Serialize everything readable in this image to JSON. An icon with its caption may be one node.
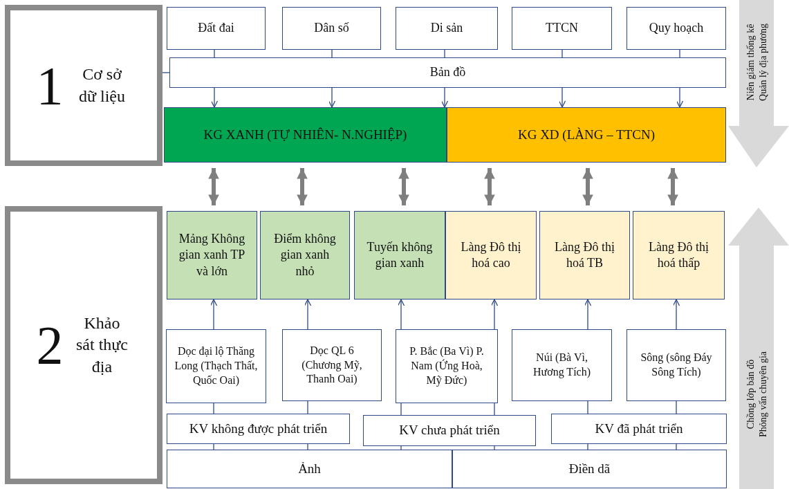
{
  "diagram": {
    "nodes": [
      {
        "text": [
          "1",
          "Cơ sở dữ liệu"
        ]
      },
      {
        "text": [
          "Đất đai"
        ]
      },
      {
        "text": [
          "Dân số"
        ]
      },
      {
        "text": [
          "Di sản"
        ]
      },
      {
        "text": [
          "TTCN"
        ]
      },
      {
        "text": [
          "Quy hoạch"
        ]
      },
      {
        "text": [
          "Bản đồ"
        ]
      },
      {
        "text": [
          "KG XANH (TỰ NHIÊN- N.NGHIỆP)"
        ]
      },
      {
        "text": [
          "KG XD (LÀNG – TTCN)"
        ]
      },
      {
        "text": [
          "Niên giám thống kê",
          "Quản lý địa phương"
        ]
      },
      {
        "text": [
          "2",
          "Khảo sát thực địa"
        ]
      },
      {
        "text": [
          "Mảng Không gian xanh TP và lớn"
        ]
      },
      {
        "text": [
          "Điểm không gian xanh nhỏ"
        ]
      },
      {
        "text": [
          "Tuyến không gian xanh"
        ]
      },
      {
        "text": [
          "Làng Đô thị hoá cao"
        ]
      },
      {
        "text": [
          "Làng Đô thị hoá TB"
        ]
      },
      {
        "text": [
          "Làng Đô thị hoá thấp"
        ]
      },
      {
        "text": [
          "Dọc đại lộ Thăng Long (Thạch Thất, Quốc Oai)"
        ]
      },
      {
        "text": [
          "Dọc QL 6 (Chương Mỹ, Thanh Oai)"
        ]
      },
      {
        "text": [
          "P. Bắc (Ba Vì) P. Nam (Ứng Hoà, Mỹ Đức)"
        ]
      },
      {
        "text": [
          "Núi (Bà Vì, Hương Tích)"
        ]
      },
      {
        "text": [
          "Sông (sông Đáy Sông Tích)"
        ]
      },
      {
        "text": [
          "KV không được phát triển"
        ]
      },
      {
        "text": [
          "KV chưa phát triển"
        ]
      },
      {
        "text": [
          "KV đã phát triển"
        ]
      },
      {
        "text": [
          "Ảnh"
        ]
      },
      {
        "text": [
          "Điền dã"
        ]
      },
      {
        "text": [
          "Chồng lớp bản đồ",
          "Phỏng vấn chuyên gia"
        ]
      }
    ],
    "edges": [
      {
        "from": 0,
        "to": 6,
        "arrow": "none"
      },
      {
        "from": 1,
        "to": 6,
        "arrow": "none"
      },
      {
        "from": 2,
        "to": 6,
        "arrow": "none"
      },
      {
        "from": 3,
        "to": 6,
        "arrow": "none"
      },
      {
        "from": 4,
        "to": 6,
        "arrow": "none"
      },
      {
        "from": 5,
        "to": 6,
        "arrow": "none"
      },
      {
        "from": 6,
        "to": 7,
        "arrow": "to"
      },
      {
        "from": 6,
        "to": 7,
        "arrow": "to"
      },
      {
        "from": 6,
        "to": 7,
        "arrow": "to"
      },
      {
        "from": 6,
        "to": 8,
        "arrow": "to"
      },
      {
        "from": 6,
        "to": 8,
        "arrow": "to"
      },
      {
        "from": 7,
        "to": 11,
        "arrow": "both",
        "style": "thick",
        "color": "#7f7f7f"
      },
      {
        "from": 7,
        "to": 12,
        "arrow": "both",
        "style": "thick",
        "color": "#7f7f7f"
      },
      {
        "from": 7,
        "to": 13,
        "arrow": "both",
        "style": "thick",
        "color": "#7f7f7f"
      },
      {
        "from": 8,
        "to": 14,
        "arrow": "both",
        "style": "thick",
        "color": "#7f7f7f"
      },
      {
        "from": 8,
        "to": 15,
        "arrow": "both",
        "style": "thick",
        "color": "#7f7f7f"
      },
      {
        "from": 8,
        "to": 16,
        "arrow": "both",
        "style": "thick",
        "color": "#7f7f7f"
      },
      {
        "from": 17,
        "to": 11,
        "arrow": "to"
      },
      {
        "from": 18,
        "to": 12,
        "arrow": "to"
      },
      {
        "from": 19,
        "to": 13,
        "arrow": "to"
      },
      {
        "from": 19,
        "to": 14,
        "arrow": "to"
      },
      {
        "from": 20,
        "to": 15,
        "arrow": "to"
      },
      {
        "from": 21,
        "to": 16,
        "arrow": "to"
      },
      {
        "from": 22,
        "to": 17,
        "arrow": "none"
      },
      {
        "from": 22,
        "to": 18,
        "arrow": "none"
      },
      {
        "from": 23,
        "to": 19,
        "arrow": "none"
      },
      {
        "from": 23,
        "to": 19,
        "arrow": "none"
      },
      {
        "from": 24,
        "to": 20,
        "arrow": "none"
      },
      {
        "from": 24,
        "to": 21,
        "arrow": "none"
      },
      {
        "from": 25,
        "to": 22,
        "arrow": "none"
      },
      {
        "from": 25,
        "to": 22,
        "arrow": "none"
      },
      {
        "from": 25,
        "to": 23,
        "arrow": "none"
      },
      {
        "from": 26,
        "to": 23,
        "arrow": "none"
      },
      {
        "from": 26,
        "to": 24,
        "arrow": "none"
      },
      {
        "from": 26,
        "to": 24,
        "arrow": "none"
      }
    ]
  }
}
